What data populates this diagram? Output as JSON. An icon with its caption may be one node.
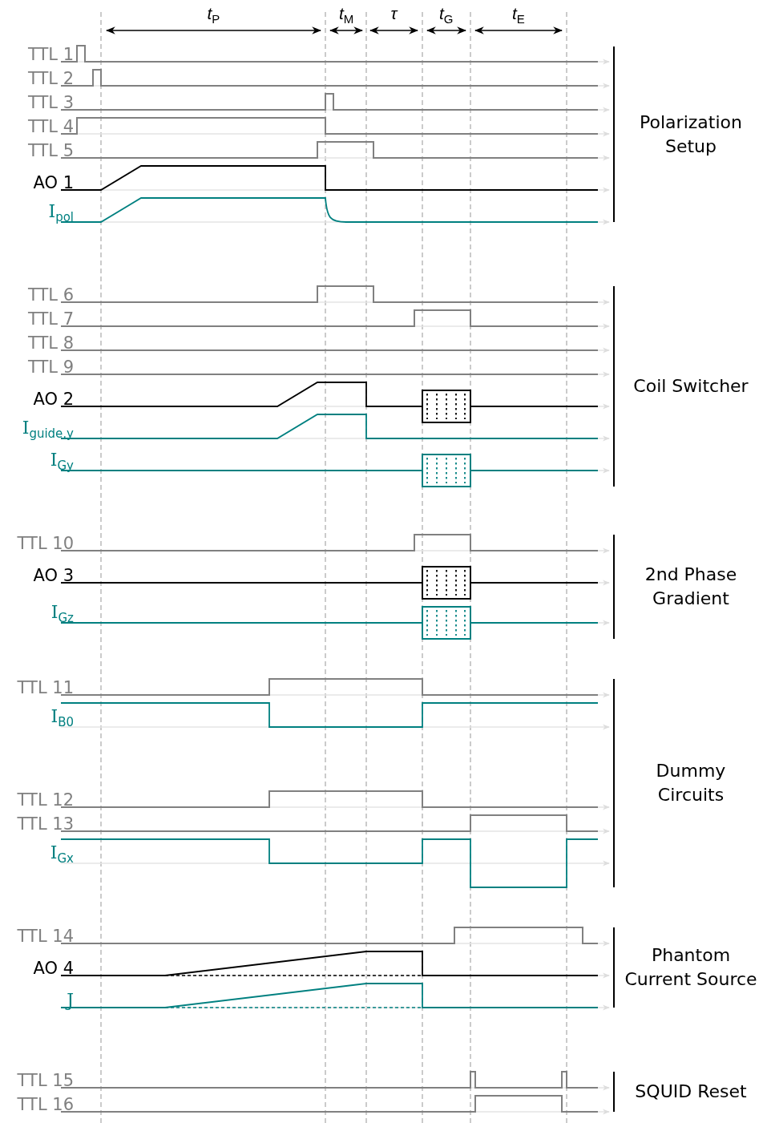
{
  "diagram": {
    "labels": [
      "*t*$_{P}$",
      "*t*$_{M}$",
      "τ",
      "*t*$_{G}$",
      "*t*$_{E}$",
      "TTL 1",
      "TTL 2",
      "TTL 3",
      "TTL 4",
      "TTL 5",
      "AO 1",
      "I$_{pol}$",
      "Polarization Setup",
      "TTL 6",
      "TTL 7",
      "TTL 8",
      "TTL 9",
      "AO 2",
      "I$_{guide,y}$",
      "I$_{Gy}$",
      "Coil Switcher",
      "TTL 10",
      "AO 3",
      "I$_{Gz}$",
      "2nd Phase Gradient",
      "TTL 11",
      "I$_{B0}$",
      "TTL 12",
      "TTL 13",
      "I$_{Gx}$",
      "Dummy Circuits",
      "TTL 14",
      "AO 4",
      "J",
      "Phantom Current Source",
      "TTL 15",
      "TTL 16",
      "SQUID Reset"
    ]
  }
}
